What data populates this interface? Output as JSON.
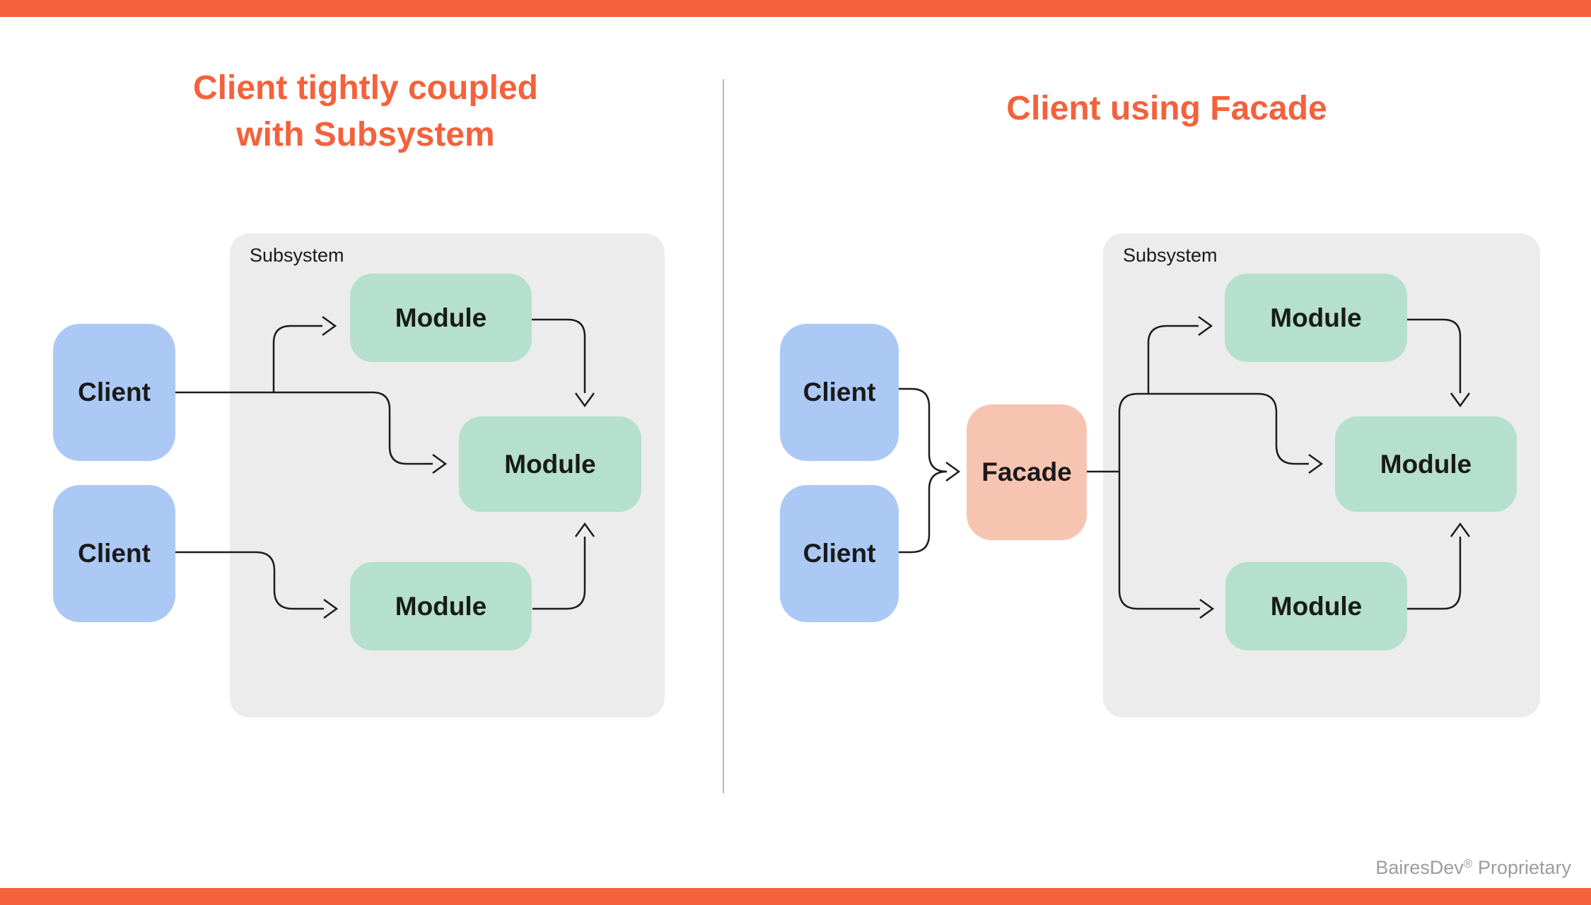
{
  "colors": {
    "accent_orange": "#F4613B",
    "client_blue": "#ABC9F4",
    "module_green": "#B4E0CD",
    "facade_salmon": "#F8C4B2",
    "subsystem_gray": "#ECECEC",
    "line_black": "#1C1C1C",
    "divider_gray": "#B8B8B8",
    "footer_gray": "#9C9C9C",
    "text_black": "#1A1A1A"
  },
  "left_panel": {
    "title_line1": "Client tightly coupled",
    "title_line2": "with Subsystem",
    "subsystem_label": "Subsystem",
    "clients": [
      "Client",
      "Client"
    ],
    "modules": [
      "Module",
      "Module",
      "Module"
    ]
  },
  "right_panel": {
    "title": "Client using Facade",
    "subsystem_label": "Subsystem",
    "clients": [
      "Client",
      "Client"
    ],
    "facade_label": "Facade",
    "modules": [
      "Module",
      "Module",
      "Module"
    ]
  },
  "footer": {
    "brand": "BairesDev",
    "reg": "®",
    "rest": " Proprietary"
  }
}
